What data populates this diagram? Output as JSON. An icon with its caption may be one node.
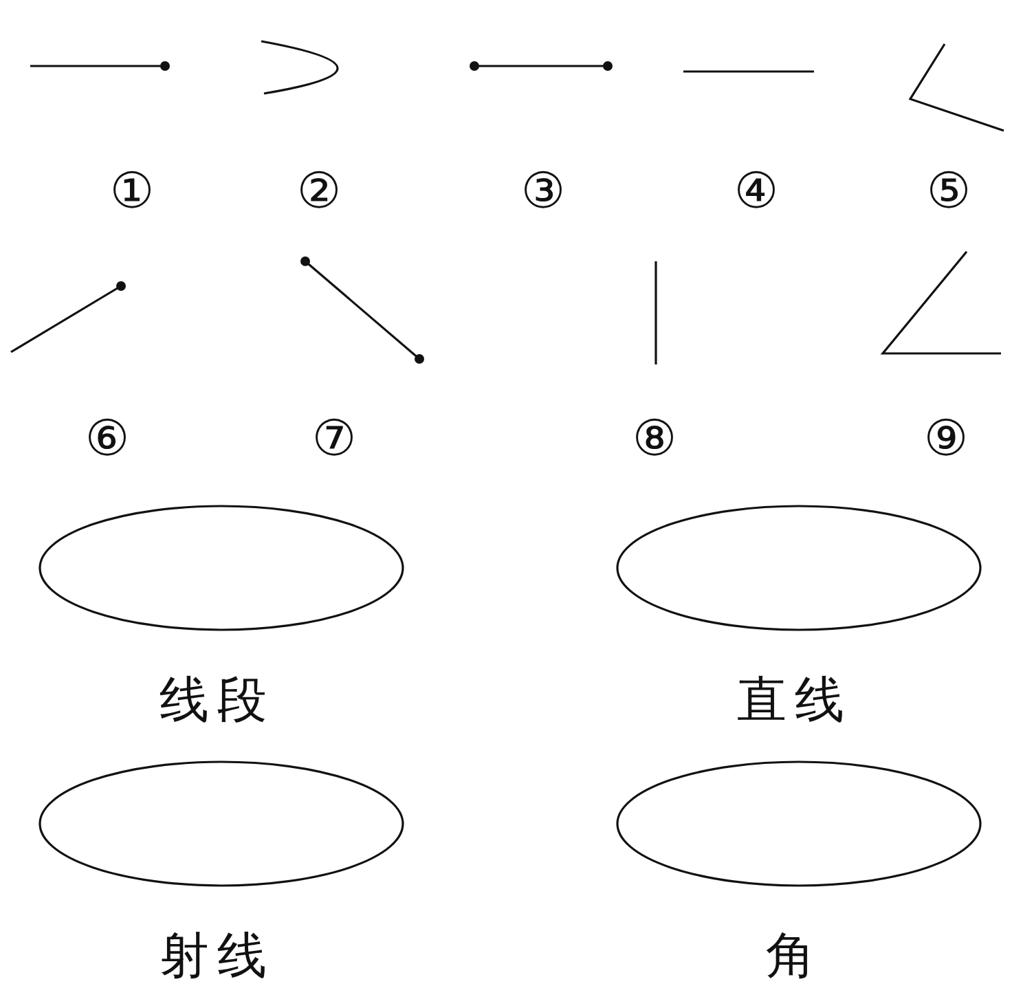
{
  "diagram": {
    "nodes": [
      {
        "text": [
          "线段"
        ]
      },
      {
        "text": [
          "直线"
        ]
      },
      {
        "text": [
          "射线"
        ]
      },
      {
        "text": [
          "角"
        ]
      }
    ],
    "labels": [
      "①",
      "②",
      "③",
      "④",
      "⑤",
      "⑥",
      "⑦",
      "⑧",
      "⑨"
    ]
  }
}
